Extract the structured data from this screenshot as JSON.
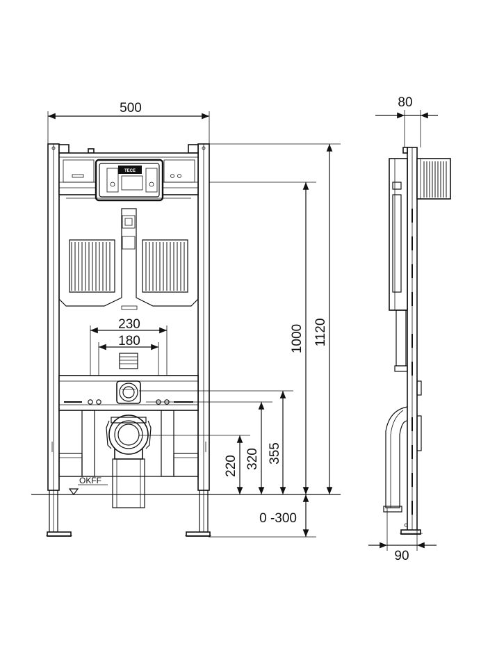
{
  "front_view": {
    "width_dim": "500",
    "dim_230": "230",
    "dim_180": "180",
    "dim_1000": "1000",
    "dim_1120": "1120",
    "dim_355": "355",
    "dim_320": "320",
    "dim_220": "220",
    "dim_adjust": "0 -300",
    "floor_label": "OKFF",
    "plate_brand": "TECE"
  },
  "side_view": {
    "depth_top": "80",
    "depth_bottom": "90"
  }
}
